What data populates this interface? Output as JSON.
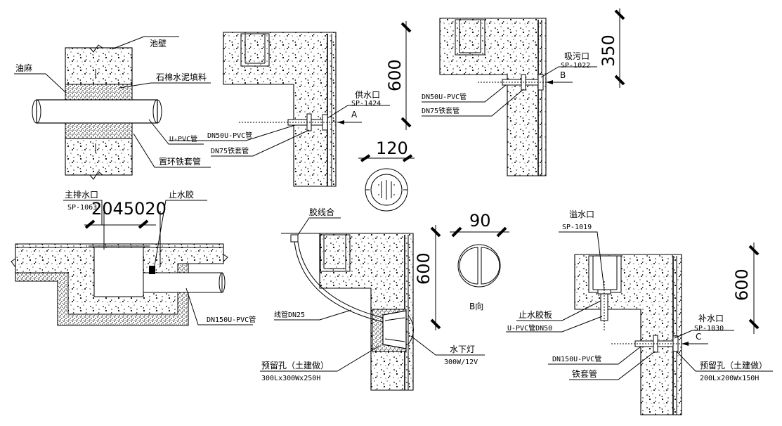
{
  "labels": {
    "pool_wall": "池壁",
    "oakum": "油麻",
    "asbestos_cement": "石棉水泥填料",
    "upvc_pipe": "U-PVC管",
    "dn50_upvc": "DN50U-PVC管",
    "dn75_sleeve": "DN75铁套管",
    "ring_sleeve": "置环铁套管",
    "supply_inlet": "供水口",
    "supply_code": "SP-1424",
    "arrow_a": "A",
    "dim_600_a": "600",
    "dn50_upvc_b": "DN50U-PVC管",
    "dn75_sleeve_b": "DN75铁套管",
    "suction_outlet": "吸污口",
    "suction_code": "SP-1022",
    "arrow_b": "B",
    "dim_350": "350",
    "dim_120": "120",
    "main_drain": "主排水口",
    "main_drain_code": "SP-1063",
    "dim_2045020": "2045020",
    "water_stop_glue": "止水胶",
    "dn150_upvc": "DN150U-PVC管",
    "junction_box": "胶线合",
    "conduit_dn25": "线管DN25",
    "reserved_hole": "预留孔（土建做）",
    "reserved_hole_size": "300Lx300Wx250H",
    "underwater_light": "水下灯",
    "light_spec": "300W/12V",
    "dim_600_b": "600",
    "dim_90": "90",
    "view_b": "B向",
    "overflow_outlet": "溢水口",
    "overflow_code": "SP-1019",
    "water_stop_plate": "止水胶板",
    "upvc_dn50": "U-PVC管DN50",
    "makeup_inlet": "补水口",
    "makeup_code": "SP-1030",
    "arrow_c": "C",
    "dn150_upvc_c": "DN150U-PVC管",
    "iron_sleeve": "铁套管",
    "reserved_hole_c": "预留孔（土建做）",
    "reserved_hole_c_size": "200Lx200Wx150H",
    "dim_600_c": "600"
  }
}
